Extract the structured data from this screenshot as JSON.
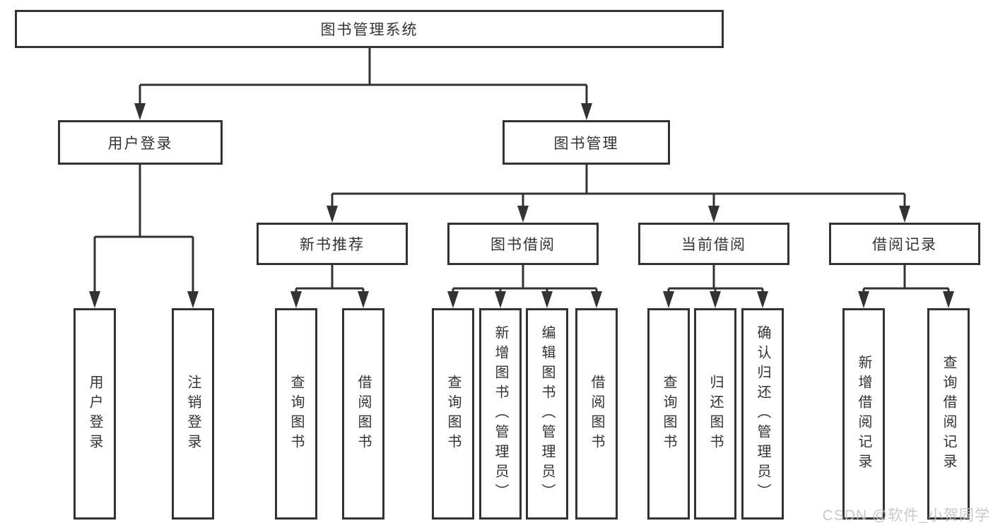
{
  "tree": {
    "root": {
      "label": "图书管理系统"
    },
    "branches": [
      {
        "label": "用户登录",
        "children": [
          {
            "label": "用户登录"
          },
          {
            "label": "注销登录"
          }
        ]
      },
      {
        "label": "图书管理",
        "groups": [
          {
            "label": "新书推荐",
            "children": [
              {
                "label": "查询图书"
              },
              {
                "label": "借阅图书"
              }
            ]
          },
          {
            "label": "图书借阅",
            "children": [
              {
                "label": "查询图书"
              },
              {
                "label": "新增图书（管理员）"
              },
              {
                "label": "编辑图书（管理员）"
              },
              {
                "label": "借阅图书"
              }
            ]
          },
          {
            "label": "当前借阅",
            "children": [
              {
                "label": "查询图书"
              },
              {
                "label": "归还图书"
              },
              {
                "label": "确认归还（管理员）"
              }
            ]
          },
          {
            "label": "借阅记录",
            "children": [
              {
                "label": "新增借阅记录"
              },
              {
                "label": "查询借阅记录"
              }
            ]
          }
        ]
      }
    ]
  },
  "watermark": {
    "text": "CSDN @软件_小贺同学"
  },
  "colors": {
    "line": "#333333",
    "box_border": "#333333",
    "text": "#333333",
    "watermark": "#c3c3c3",
    "background": "#ffffff"
  }
}
